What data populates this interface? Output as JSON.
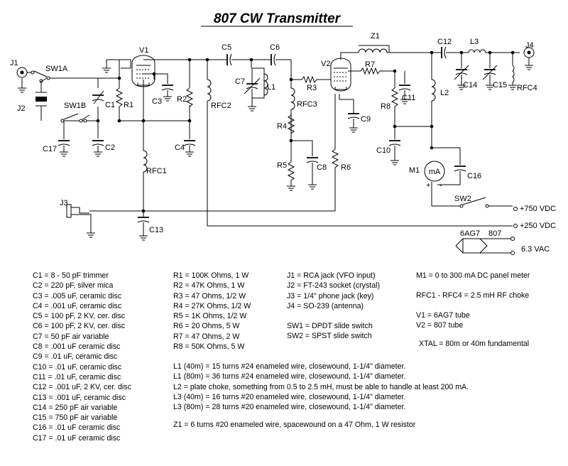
{
  "title": "807  CW  Transmitter",
  "labels": {
    "J1": "J1",
    "SW1A": "SW1A",
    "J2": "J2",
    "SW1B": "SW1B",
    "C17": "C17",
    "C1": "C1",
    "R1": "R1",
    "C2": "C2",
    "V1": "V1",
    "C3": "C3",
    "R2": "R2",
    "C4": "C4",
    "RFC1": "RFC1",
    "RFC2": "RFC2",
    "C13": "C13",
    "J3": "J3",
    "C5": "C5",
    "C6": "C6",
    "C7": "C7",
    "L1": "L1",
    "R3": "R3",
    "RFC3": "RFC3",
    "R4": "R4",
    "R5": "R5",
    "C8": "C8",
    "R6": "R6",
    "V2": "V2",
    "R7": "R7",
    "C9": "C9",
    "R8": "R8",
    "C11": "C11",
    "C10": "C10",
    "Z1": "Z1",
    "C12": "C12",
    "L3": "L3",
    "L2": "L2",
    "C14": "C14",
    "C15": "C15",
    "J4": "J4",
    "RFC4": "RFC4",
    "M1": "M1",
    "mA": "mA",
    "C16": "C16",
    "SW2": "SW2",
    "plus": "+",
    "minus": "-",
    "v750": "+750 VDC",
    "v250": "+250 VDC",
    "tube1": "6AG7",
    "tube2": "807",
    "vac": "6.3 VAC"
  },
  "legend": {
    "capacitors": [
      "C1 = 8 - 50 pF trimmer",
      "C2 = 220 pF, silver mica",
      "C3 = .005 uF, ceramic disc",
      "C4 = .001 uF, ceramic disc",
      "C5 = 100 pF, 2 KV, cer. disc",
      "C6 = 100 pF, 2 KV, cer. disc",
      "C7 = 50 pF air variable",
      "C8 = .001 uF ceramic disc",
      "C9   = .01 uF, ceramic disc",
      "C10 = .01 uF, ceramic disc",
      "C11 = .01 uF, ceramic disc",
      "C12 = .001 uF, 2 KV, cer. disc",
      "C13 = .001 uF, ceramic disc",
      "C14 = 250 pF air variable",
      "C15 = 750 pF air variable",
      "C16 = .01 uF ceramic disc",
      "C17 = .01 uF ceramic disc"
    ],
    "resistors": [
      "R1 = 100K Ohms, 1 W",
      "R2 = 47K Ohms, 1 W",
      "R3 = 47 Ohms, 1/2 W",
      "R4 = 27K Ohms, 1/2 W",
      "R5 = 1K Ohms, 1/2 W",
      "R6 = 20 Ohms, 5 W",
      "R7 = 47 Ohms, 2 W",
      "R8 = 50K Ohms, 5 W"
    ],
    "jacks": [
      "J1 = RCA jack (VFO input)",
      "J2 = FT-243 socket (crystal)",
      "J3 = 1/4\" phone jack (key)",
      "J4 = SO-239 (antenna)"
    ],
    "switches": [
      "SW1 = DPDT slide switch",
      "SW2 = SPST slide switch"
    ],
    "inductors": [
      "L1 (40m) = 15 turns #24 enameled wire, closewound, 1-1/4\" diameter.",
      "L1 (80m) = 36 turns #24 enameled wire, closewound, 1-1/4\" diameter.",
      "L2 = plate choke, something from 0.5 to 2.5 mH, must be able to handle at least 200 mA.",
      "L3 (40m) = 16 turns #20 enameled wire, closewound, 1-1/4\" diameter.",
      "L3 (80m) = 28 turns #20 enameled wire, closewound, 1-1/4\" diameter."
    ],
    "z1": "Z1 = 6 turns #20 enameled wire, spacewound on a 47 Ohm, 1 W resistor",
    "meter": "M1 = 0 to 300 mA DC panel meter",
    "chokes": "RFC1 - RFC4 = 2.5 mH RF choke",
    "tubes": [
      "V1 = 6AG7 tube",
      "V2 = 807 tube"
    ],
    "xtal": "XTAL = 80m or 40m fundamental"
  }
}
